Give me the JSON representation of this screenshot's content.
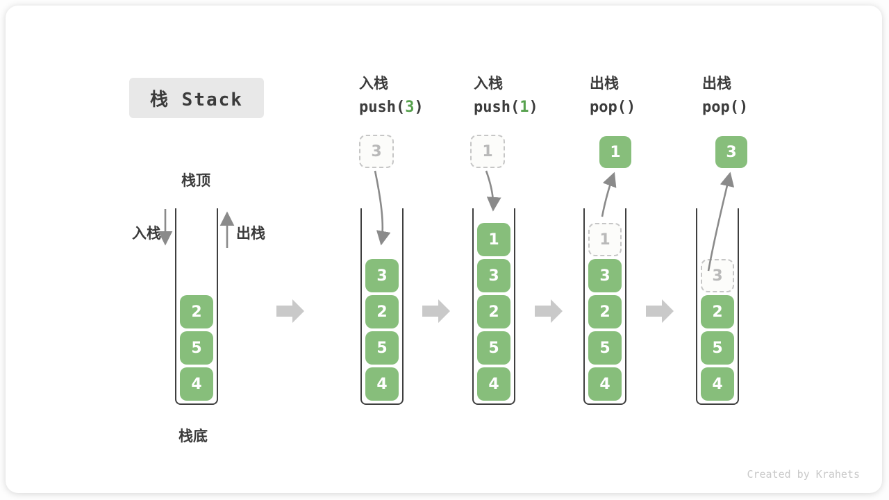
{
  "title": "栈 Stack",
  "watermark": "Created by Krahets",
  "colors": {
    "item_green": "#87be7b",
    "code_arg_green": "#57a14e",
    "label_dark": "#3b3b3b",
    "thin_arrow_gray": "#8a8a8a",
    "block_arrow_gray": "#c9c9c9",
    "dashed_border_gray": "#c6c6c6",
    "title_box_bg": "#e8e8e8"
  },
  "legend": {
    "stack_top": "栈顶",
    "stack_bottom": "栈底",
    "push": "入栈",
    "pop": "出栈"
  },
  "stacks": [
    {
      "name": "stack-initial",
      "cells": [
        {
          "value": "4",
          "type": "solid"
        },
        {
          "value": "5",
          "type": "solid"
        },
        {
          "value": "2",
          "type": "solid"
        }
      ]
    },
    {
      "name": "stack-after-push-3",
      "cells": [
        {
          "value": "4",
          "type": "solid"
        },
        {
          "value": "5",
          "type": "solid"
        },
        {
          "value": "2",
          "type": "solid"
        },
        {
          "value": "3",
          "type": "solid"
        }
      ]
    },
    {
      "name": "stack-after-push-1",
      "cells": [
        {
          "value": "4",
          "type": "solid"
        },
        {
          "value": "5",
          "type": "solid"
        },
        {
          "value": "2",
          "type": "solid"
        },
        {
          "value": "3",
          "type": "solid"
        },
        {
          "value": "1",
          "type": "solid"
        }
      ]
    },
    {
      "name": "stack-during-pop-1",
      "cells": [
        {
          "value": "4",
          "type": "solid"
        },
        {
          "value": "5",
          "type": "solid"
        },
        {
          "value": "2",
          "type": "solid"
        },
        {
          "value": "3",
          "type": "solid"
        },
        {
          "value": "1",
          "type": "dashed"
        }
      ]
    },
    {
      "name": "stack-during-pop-3",
      "cells": [
        {
          "value": "4",
          "type": "solid"
        },
        {
          "value": "5",
          "type": "solid"
        },
        {
          "value": "2",
          "type": "solid"
        },
        {
          "value": "3",
          "type": "dashed"
        }
      ]
    }
  ],
  "steps": [
    {
      "op": "入栈",
      "code_pre": "push(",
      "code_arg": "3",
      "code_post": ")",
      "floating": {
        "value": "3",
        "type": "dashed"
      }
    },
    {
      "op": "入栈",
      "code_pre": "push(",
      "code_arg": "1",
      "code_post": ")",
      "floating": {
        "value": "1",
        "type": "dashed"
      }
    },
    {
      "op": "出栈",
      "code_pre": "pop(",
      "code_arg": "",
      "code_post": ")",
      "floating": {
        "value": "1",
        "type": "solid"
      }
    },
    {
      "op": "出栈",
      "code_pre": "pop(",
      "code_arg": "",
      "code_post": ")",
      "floating": {
        "value": "3",
        "type": "solid"
      }
    }
  ]
}
